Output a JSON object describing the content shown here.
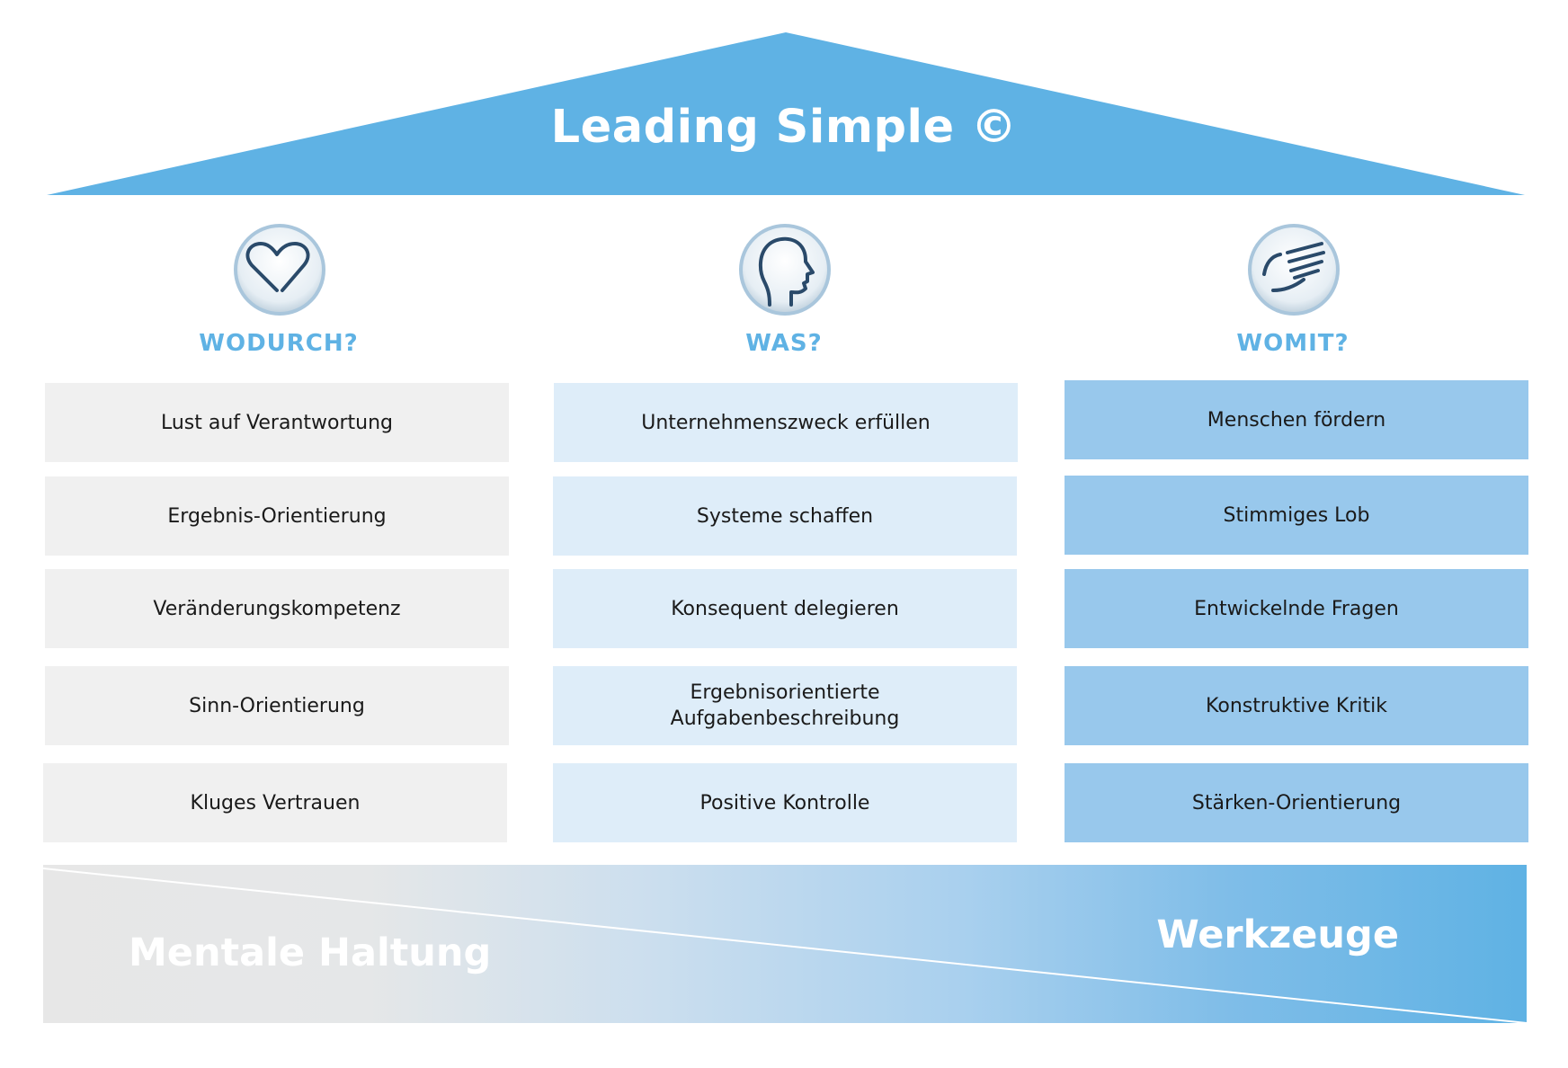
{
  "title": "Leading Simple ©",
  "colors": {
    "roof": "#5fb2e4",
    "header_text": "#5fb2e4",
    "col_gray": "#f0f0f0",
    "col_light_blue": "#deedf9",
    "col_blue": "#98c8ec"
  },
  "columns": [
    {
      "icon": "heart-icon",
      "heading": "WODURCH?",
      "items": [
        "Lust auf Verantwortung",
        "Ergebnis-Orientierung",
        "Veränderungskompetenz",
        "Sinn-Orientierung",
        "Kluges Vertrauen"
      ]
    },
    {
      "icon": "head-profile-icon",
      "heading": "WAS?",
      "items": [
        "Unternehmenszweck erfüllen",
        "Systeme schaffen",
        "Konsequent delegieren",
        "Ergebnisorientierte\nAufgabenbeschreibung",
        "Positive Kontrolle"
      ]
    },
    {
      "icon": "hand-icon",
      "heading": "WOMIT?",
      "items": [
        "Menschen fördern",
        "Stimmiges Lob",
        "Entwickelnde Fragen",
        "Konstruktive Kritik",
        "Stärken-Orientierung"
      ]
    }
  ],
  "base": {
    "left_label": "Mentale Haltung",
    "right_label": "Werkzeuge"
  }
}
